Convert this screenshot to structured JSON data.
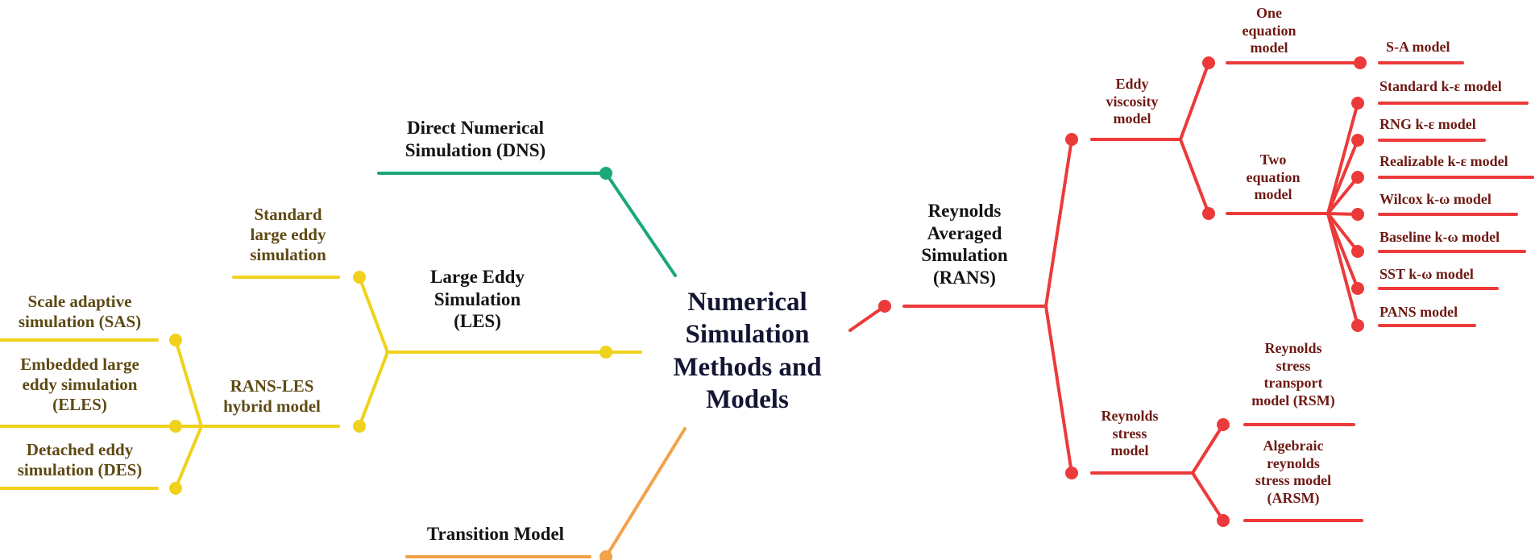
{
  "colors": {
    "dns": "#1aa878",
    "les": "#f0d21c",
    "rans": "#ec3a3a",
    "transition": "#f2a24a"
  },
  "center": {
    "lines": [
      "Numerical",
      "Simulation",
      "Methods and",
      "Models"
    ]
  },
  "dns": {
    "lines": [
      "Direct Numerical",
      "Simulation (DNS)"
    ]
  },
  "les": {
    "lines": [
      "Large Eddy",
      "Simulation",
      "(LES)"
    ],
    "standard": {
      "lines": [
        "Standard",
        "large eddy",
        "simulation"
      ]
    },
    "hybrid": {
      "lines": [
        "RANS-LES",
        "hybrid model"
      ],
      "sas": {
        "lines": [
          "Scale adaptive",
          "simulation (SAS)"
        ]
      },
      "eles": {
        "lines": [
          "Embedded large",
          "eddy simulation",
          "(ELES)"
        ]
      },
      "des": {
        "lines": [
          "Detached eddy",
          "simulation (DES)"
        ]
      }
    }
  },
  "transition": {
    "lines": [
      "Transition Model"
    ]
  },
  "rans": {
    "lines": [
      "Reynolds",
      "Averaged",
      "Simulation",
      "(RANS)"
    ],
    "eddy_viscosity": {
      "lines": [
        "Eddy",
        "viscosity",
        "model"
      ],
      "one_equation": {
        "lines": [
          "One",
          "equation",
          "model"
        ],
        "models": [
          "S-A model"
        ]
      },
      "two_equation": {
        "lines": [
          "Two",
          "equation",
          "model"
        ],
        "models": [
          "Standard k-ε model",
          "RNG k-ε model",
          "Realizable k-ε model",
          "Wilcox  k-ω model",
          "Baseline k-ω  model",
          "SST  k-ω model",
          "PANS model"
        ]
      }
    },
    "reynolds_stress": {
      "lines": [
        "Reynolds",
        "stress",
        "model"
      ],
      "rsm": {
        "lines": [
          "Reynolds",
          "stress",
          "transport",
          "model (RSM)"
        ]
      },
      "arsm": {
        "lines": [
          "Algebraic",
          "reynolds",
          "stress model",
          "(ARSM)"
        ]
      }
    }
  }
}
